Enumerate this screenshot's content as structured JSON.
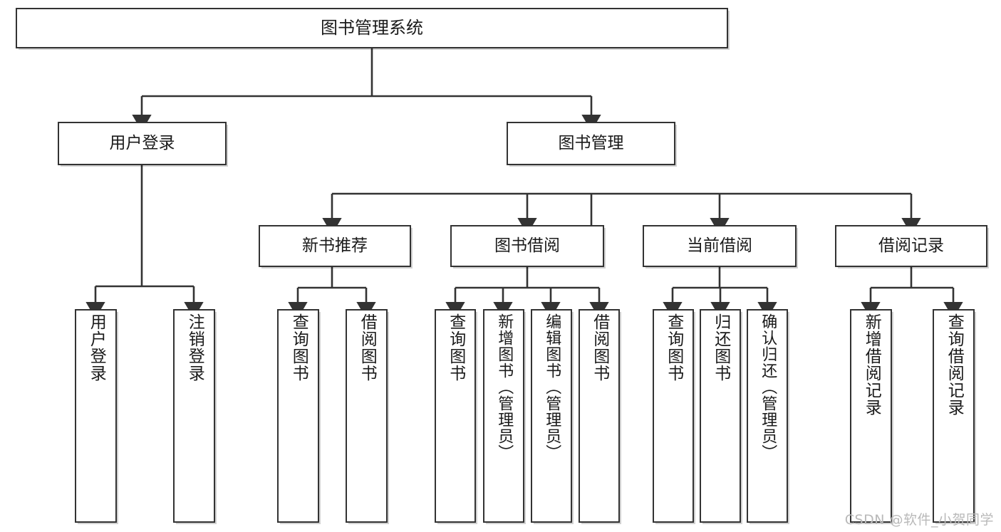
{
  "diagram": {
    "title": "图书管理系统",
    "type": "functional-structure-tree",
    "colors": {
      "box_border": "#333333",
      "box_fill": "#ffffff",
      "connector": "#333333",
      "text": "#1a1a1a",
      "watermark": "#b9b9b9",
      "background": "#ffffff"
    },
    "root": {
      "label": "图书管理系统"
    },
    "level1": [
      {
        "label": "用户登录"
      },
      {
        "label": "图书管理"
      }
    ],
    "level2": [
      {
        "label": "新书推荐"
      },
      {
        "label": "图书借阅"
      },
      {
        "label": "当前借阅"
      },
      {
        "label": "借阅记录"
      }
    ],
    "leaves": {
      "user_login": [
        {
          "label": "用户登录"
        },
        {
          "label": "注销登录"
        }
      ],
      "new_book_recommend": [
        {
          "label": "查询图书"
        },
        {
          "label": "借阅图书"
        }
      ],
      "book_borrow": [
        {
          "label": "查询图书"
        },
        {
          "label": "新增图书（管理员）"
        },
        {
          "label": "编辑图书（管理员）"
        },
        {
          "label": "借阅图书"
        }
      ],
      "current_borrow": [
        {
          "label": "查询图书"
        },
        {
          "label": "归还图书"
        },
        {
          "label": "确认归还（管理员）"
        }
      ],
      "borrow_record": [
        {
          "label": "新增借阅记录"
        },
        {
          "label": "查询借阅记录"
        }
      ]
    }
  },
  "watermark": {
    "text": "CSDN @软件_小贺同学"
  }
}
